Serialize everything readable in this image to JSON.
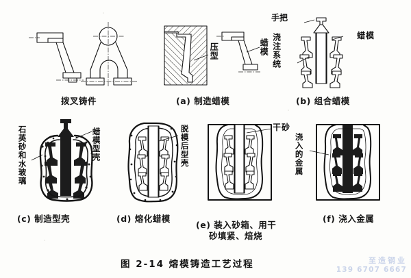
{
  "figure": {
    "number": "图 2-14",
    "title": "熔模铸造工艺过程",
    "full_title": "图 2-14  熔模铸造工艺过程"
  },
  "panels": [
    {
      "id": "casting",
      "caption": "拨叉铸件",
      "labels": [],
      "drawing_name": "fork-casting-two-views"
    },
    {
      "id": "a",
      "caption": "(a) 制造蜡模",
      "labels": [
        {
          "name": "die-label",
          "text": "压型"
        },
        {
          "name": "wax-pattern-label",
          "text": "蜡模"
        }
      ],
      "drawing_name": "wax-pattern-die-section"
    },
    {
      "id": "b",
      "caption": "(b) 组合蜡模",
      "labels": [
        {
          "name": "handle-label",
          "text": "手把"
        },
        {
          "name": "gating-system-label",
          "text": "浇注系统"
        },
        {
          "name": "wax-pattern-label",
          "text": "蜡模"
        }
      ],
      "drawing_name": "wax-pattern-assembly-tree"
    },
    {
      "id": "c",
      "caption": "(c) 制造型壳",
      "labels": [
        {
          "name": "quartz-sand-waterglass-label",
          "text": "石英砂和水玻璃"
        },
        {
          "name": "wax-shell-label",
          "text": "蜡模型壳"
        }
      ],
      "drawing_name": "shell-building-tree"
    },
    {
      "id": "d",
      "caption": "(d) 熔化蜡模",
      "labels": [
        {
          "name": "shell-after-dewax-label",
          "text": "脱模后型壳"
        }
      ],
      "drawing_name": "dewaxed-shell"
    },
    {
      "id": "e",
      "caption": "(e) 装入砂箱、用干",
      "caption_line2": "砂填紧、焙烧",
      "labels": [
        {
          "name": "dry-sand-label",
          "text": "干砂"
        }
      ],
      "drawing_name": "flask-packed-with-dry-sand"
    },
    {
      "id": "f",
      "caption": "(f) 浇入金属",
      "labels": [
        {
          "name": "poured-metal-label",
          "text": "浇入的金属"
        }
      ],
      "drawing_name": "poured-metal-in-flask"
    }
  ],
  "watermark": {
    "line1": "至造钢业",
    "line2": "139 6707 6667",
    "color": "#b9c6e4"
  },
  "colors": {
    "ink": "#141414",
    "paper": "#fdfdfb",
    "hatch": "#2a2a2a",
    "metal_dark": "#1c1c1c",
    "watermark": "#b9c6e4"
  }
}
